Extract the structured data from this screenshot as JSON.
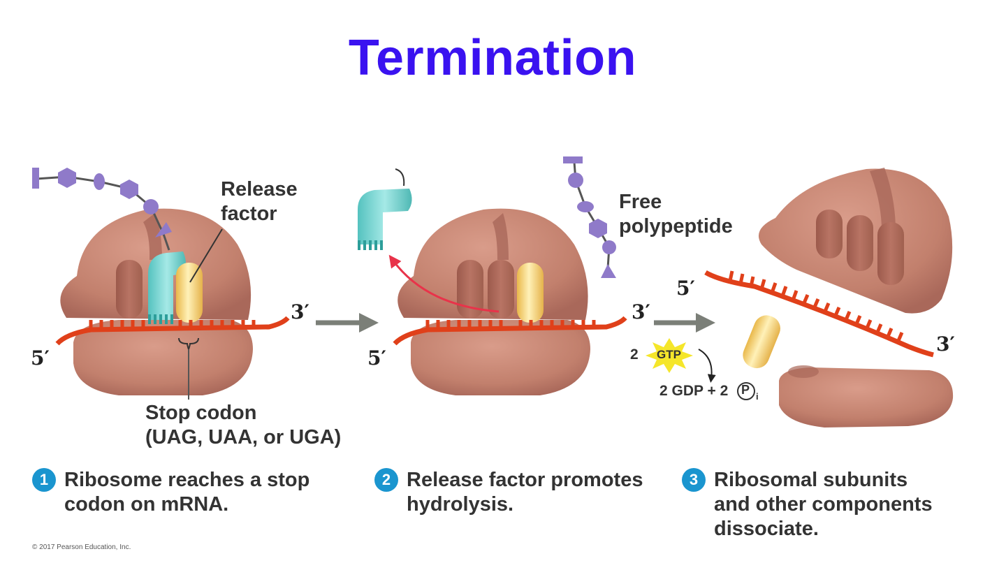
{
  "title": "Termination",
  "labels": {
    "release_factor": "Release\nfactor",
    "stop_codon": "Stop codon\n(UAG, UAA, or UGA)",
    "free_polypeptide": "Free\npolypeptide"
  },
  "ends": {
    "five_prime": "5′",
    "three_prime": "3′"
  },
  "gtp": {
    "coefficient": "2",
    "molecule": "GTP",
    "products": "2 GDP + 2",
    "phosphate_symbol": "P",
    "phosphate_subscript": "i"
  },
  "steps": [
    {
      "number": "1",
      "text": "Ribosome reaches a stop\ncodon on mRNA."
    },
    {
      "number": "2",
      "text": "Release factor promotes\nhydrolysis."
    },
    {
      "number": "3",
      "text": "Ribosomal subunits\nand other components\ndissociate."
    }
  ],
  "copyright": "© 2017 Pearson Education, Inc.",
  "colors": {
    "title": "#3a12f0",
    "ribosome": "#c98876",
    "mrna": "#e0401a",
    "release_factor": "#f2d27a",
    "trna": "#72d3cf",
    "amino_acid": "#8f7ac9",
    "step_badge": "#1a95cf",
    "gtp_star": "#f5e62a"
  }
}
